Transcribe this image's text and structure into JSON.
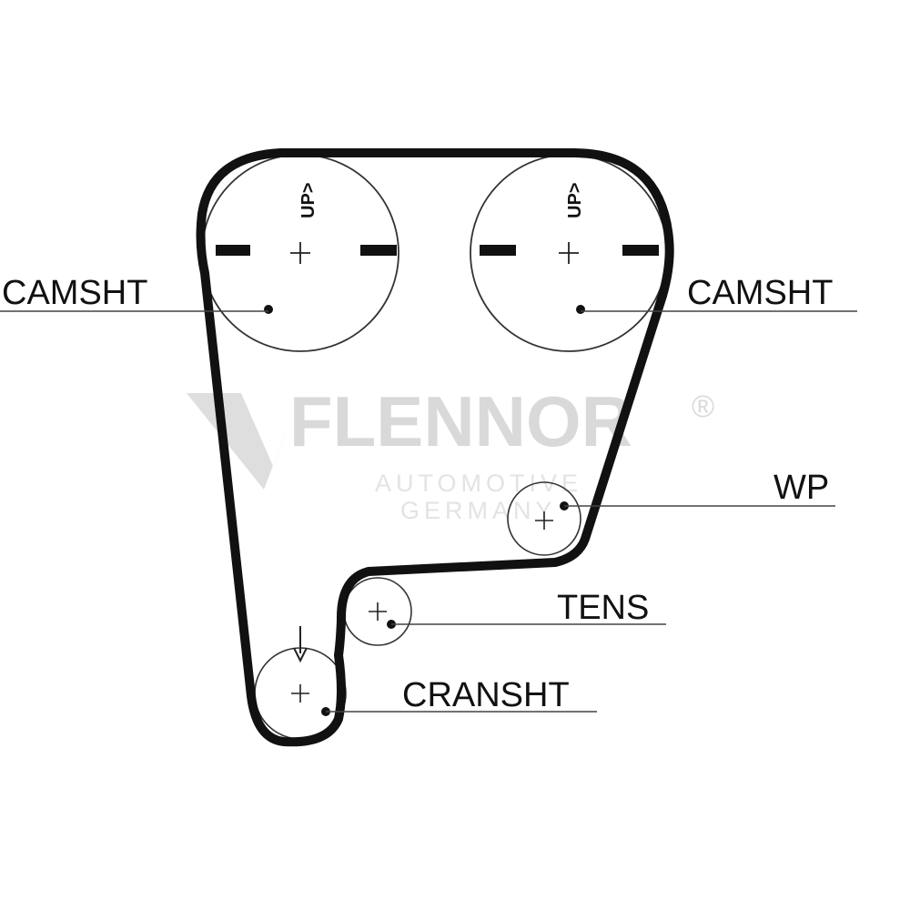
{
  "watermark": {
    "brand": "FLENNOR",
    "registered": "®",
    "line1": "AUTOMOTIVE",
    "line2": "GERMANY",
    "color": "#d9d9d9"
  },
  "labels": {
    "camshaft_left": "CAMSHT",
    "camshaft_right": "CAMSHT",
    "water_pump": "WP",
    "tensioner": "TENS",
    "crankshaft": "CRANSHT"
  },
  "timing_marks": {
    "left_cam": "UP>",
    "right_cam": "UP>"
  },
  "colors": {
    "belt": "#111111",
    "pulley_outline": "#333333",
    "leader": "#444444"
  }
}
